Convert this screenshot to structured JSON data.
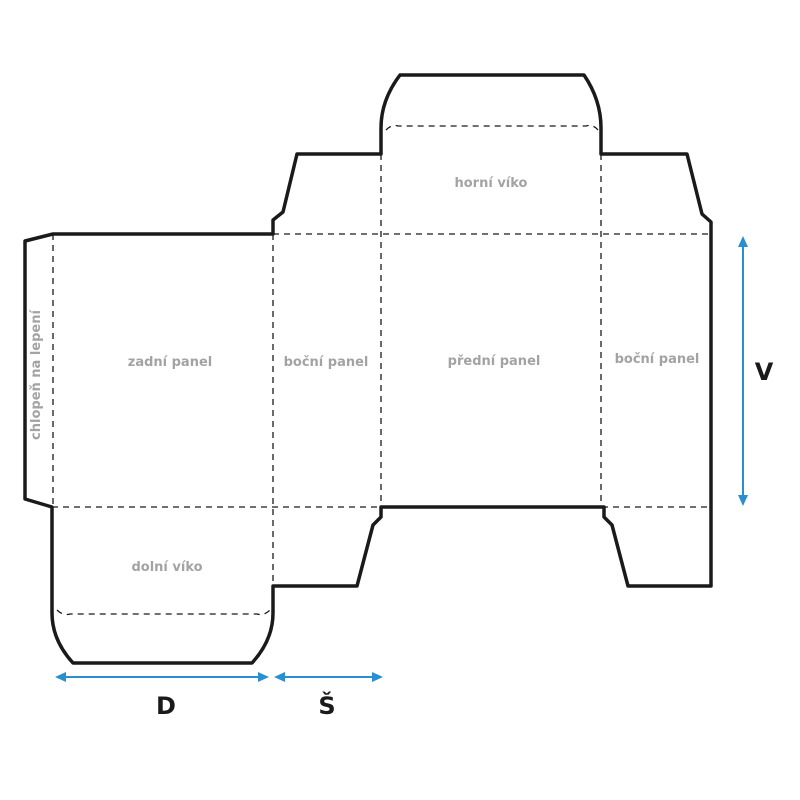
{
  "panels": {
    "glue_flap": "chlopeň na lepení",
    "back": "zadní panel",
    "side_left": "boční panel",
    "front": "přední panel",
    "side_right": "boční panel",
    "top_lid": "horní víko",
    "bottom_lid": "dolní víko"
  },
  "dimensions": {
    "length": "D",
    "width": "Š",
    "height": "V"
  },
  "colors": {
    "cut_line": "#1a1a1a",
    "fold_line": "#1a1a1a",
    "label": "#a3a3a3",
    "dimension": "#2a8fd0"
  }
}
